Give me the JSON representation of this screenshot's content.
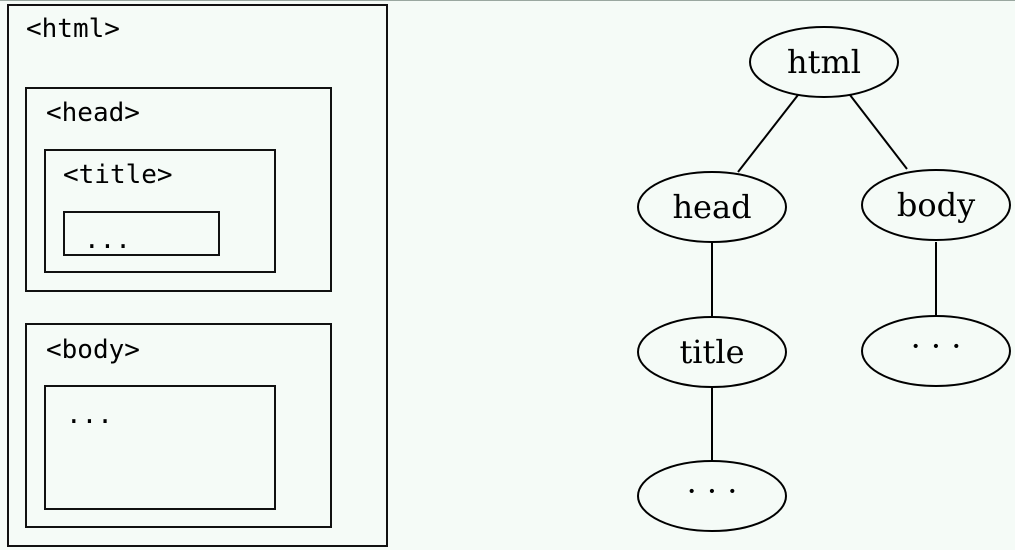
{
  "nested_boxes": {
    "html_tag": "<html>",
    "head_tag": "<head>",
    "title_tag": "<title>",
    "title_content": "...",
    "body_tag": "<body>",
    "body_content": "..."
  },
  "tree": {
    "root": "html",
    "head": "head",
    "body": "body",
    "title": "title",
    "title_child": "· · ·",
    "body_child": "· · ·"
  }
}
